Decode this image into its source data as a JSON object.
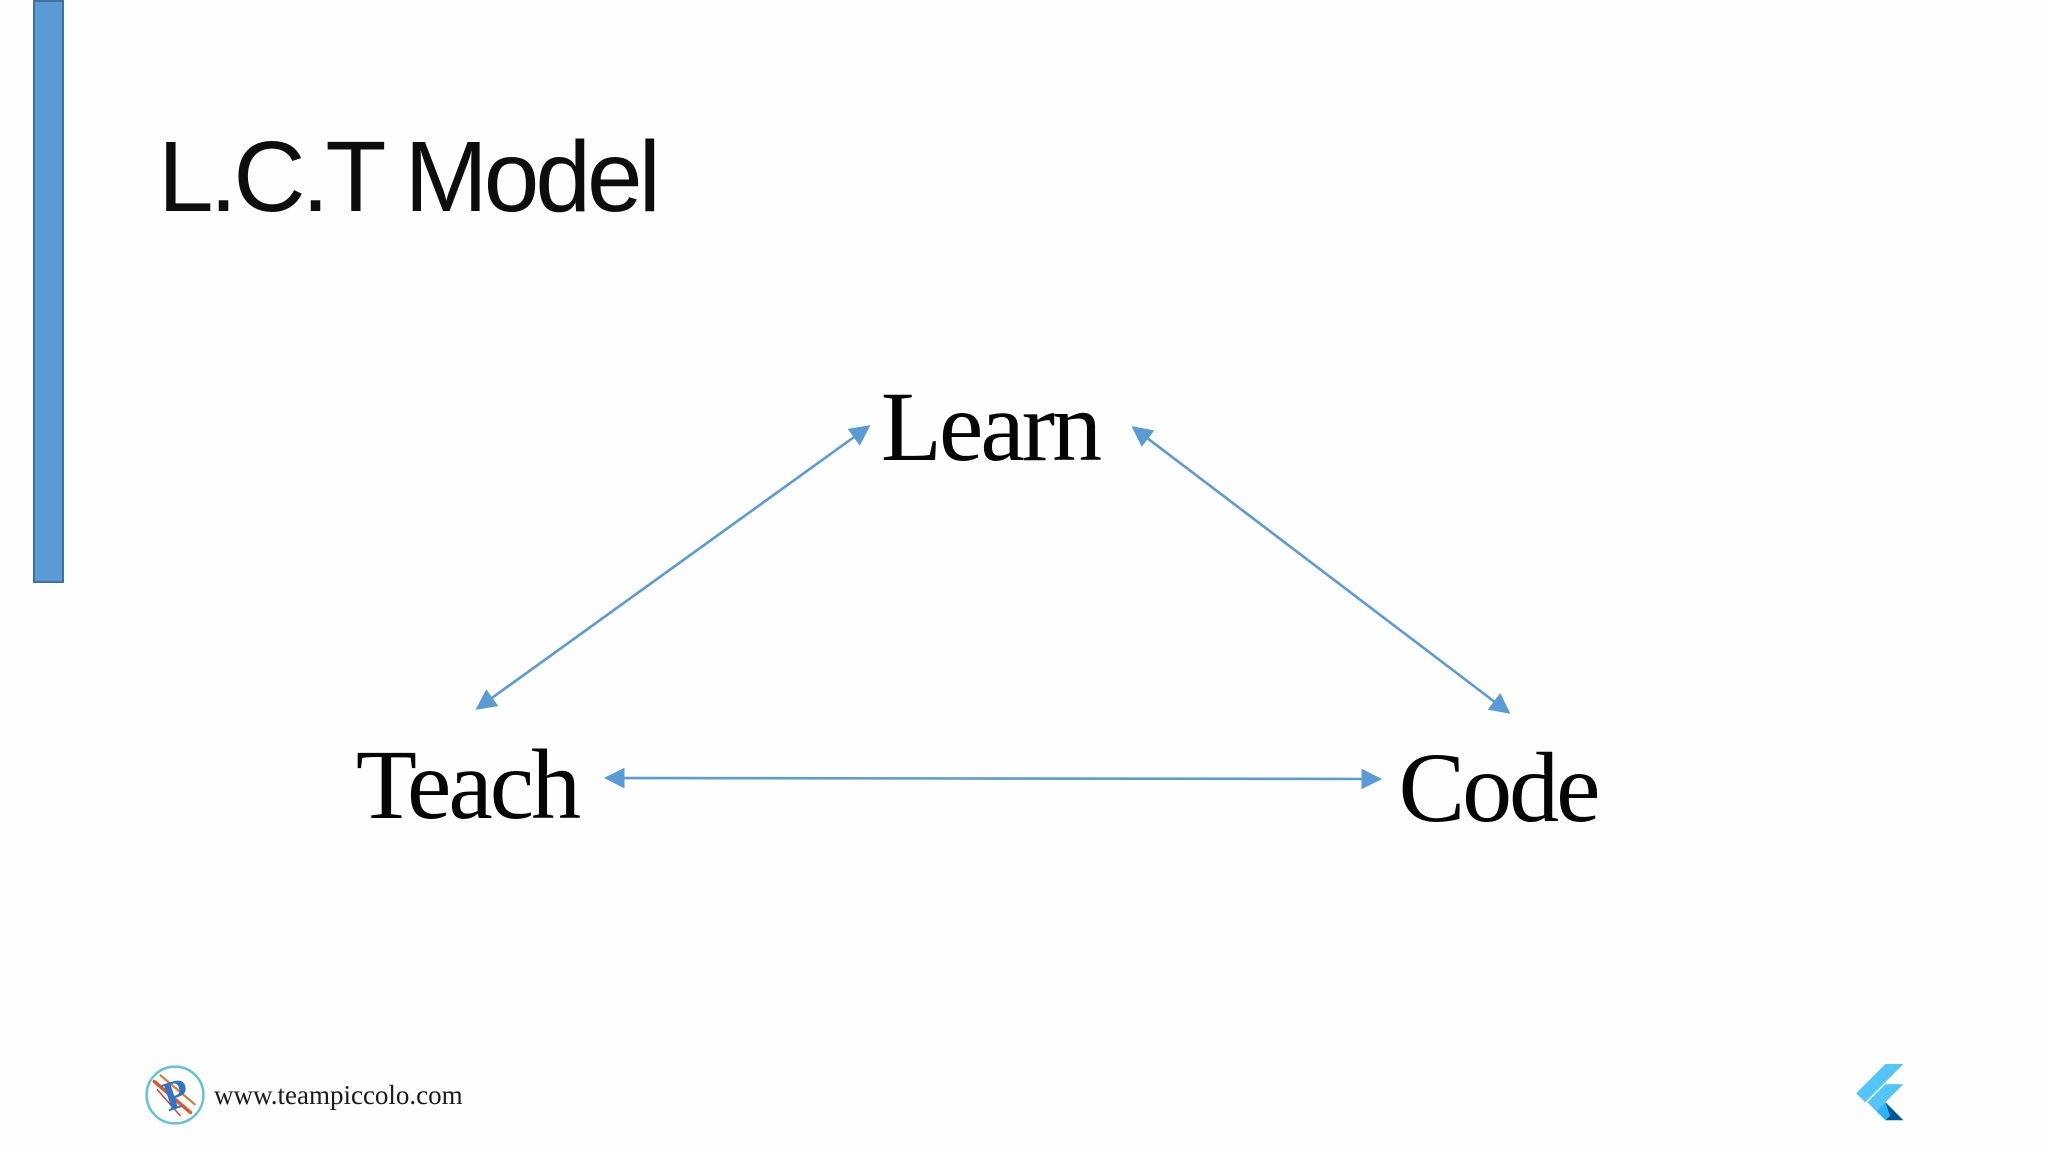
{
  "slide": {
    "title": "L.C.T Model",
    "diagram": {
      "nodes": [
        {
          "id": "learn",
          "label": "Learn"
        },
        {
          "id": "teach",
          "label": "Teach"
        },
        {
          "id": "code",
          "label": "Code"
        }
      ],
      "edges": [
        {
          "from": "learn",
          "to": "teach",
          "bidirectional": true
        },
        {
          "from": "learn",
          "to": "code",
          "bidirectional": true
        },
        {
          "from": "teach",
          "to": "code",
          "bidirectional": true
        }
      ]
    },
    "footer": {
      "website": "www.teampiccolo.com"
    },
    "icons": {
      "piccolo_logo": "piccolo-circle-p-logo",
      "flutter_logo": "flutter-logo"
    },
    "colors": {
      "accent_bar_fill": "#5B9BD5",
      "accent_bar_border": "#41719C",
      "arrow": "#5B9BD5",
      "title_text": "#0D0D0D",
      "node_text": "#050505",
      "flutter_light": "#54C5F8",
      "flutter_mid": "#29B6F6",
      "flutter_dark": "#01579B",
      "piccolo_blue": "#2E74C8",
      "piccolo_orange": "#DD5A28",
      "piccolo_ring": "#62C2D8"
    }
  }
}
